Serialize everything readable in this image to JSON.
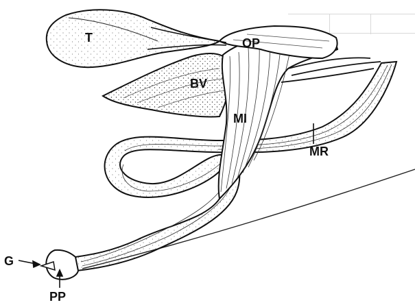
{
  "labels": {
    "t": "T",
    "op": "OP",
    "bv": "BV",
    "mi": "MI",
    "mr": "MR",
    "g": "G",
    "pp": "PP"
  }
}
